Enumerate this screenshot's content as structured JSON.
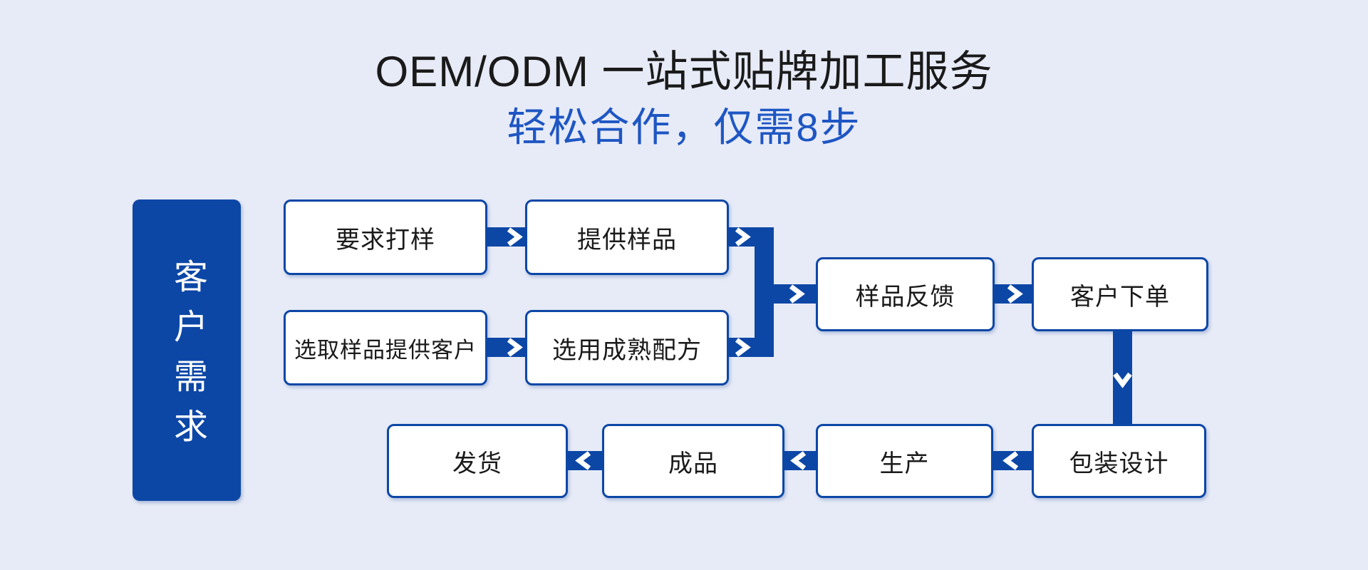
{
  "header": {
    "title": "OEM/ODM 一站式贴牌加工服务",
    "subtitle": "轻松合作，仅需8步"
  },
  "customer_panel": {
    "label": "客户需求"
  },
  "steps": {
    "request_sample": "要求打样",
    "provide_sample": "提供样品",
    "select_sample": "选取样品提供客户",
    "mature_formula": "选用成熟配方",
    "sample_feedback": "样品反馈",
    "customer_order": "客户下单",
    "package_design": "包装设计",
    "production": "生产",
    "finished_product": "成品",
    "shipping": "发货"
  },
  "colors": {
    "primary": "#0c47a6",
    "subtitle": "#1e56c3",
    "background": "#e7ebf7",
    "text": "#1a1a1a",
    "white": "#ffffff"
  }
}
